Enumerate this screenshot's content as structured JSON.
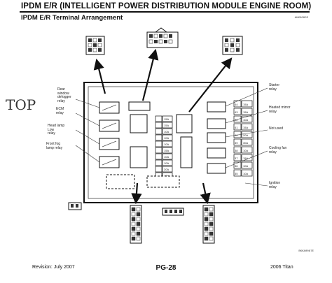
{
  "header": {
    "title": "IPDM E/R (INTELLIGENT POWER DISTRIBUTION MODULE ENGINE ROOM)",
    "subtitle": "IPDM E/R Terminal Arrangement",
    "ref_code": "AKK0085E"
  },
  "handwritten_label": "TOP",
  "labels": {
    "rear_defogger_relay": "Rear\nwindow\ndefogger\nrelay",
    "ecm_relay": "ECM\nrelay",
    "head_lamp_relay": "Head lamp\nLow\nrelay",
    "front_fog_lamp_relay": "Front fog\nlamp relay",
    "starter_relay": "Starter\nrelay",
    "heated_mirror_relay": "Heated mirror\nrelay",
    "not_used": "Not used",
    "cooling_fan_relay": "Cooling fan\nrelay",
    "ignition_relay": "Ignition\nrelay"
  },
  "fuses": {
    "center_column": [
      "15A",
      "15A",
      "10A",
      "10A",
      "10A",
      "15A",
      "10A",
      "10A",
      "20A",
      "10A"
    ],
    "right_column": [
      "15A",
      "15A",
      "10A",
      "15A",
      "20A",
      "30A",
      "10A",
      "15A",
      "10A",
      "10A"
    ],
    "right_numbers": [
      "44",
      "43",
      "42",
      "41",
      "40",
      "39",
      "38",
      "37",
      "36",
      "35"
    ]
  },
  "footer": {
    "revision": "Revision: July 2007",
    "page": "PG-28",
    "model": "2006 Titan",
    "bottom_code": "BKKA0087E"
  }
}
